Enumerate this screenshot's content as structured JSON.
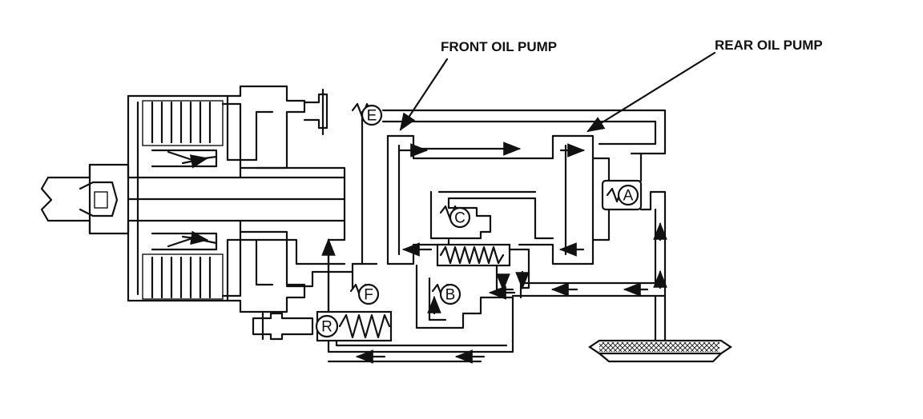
{
  "labels": {
    "front_oil_pump": "FRONT OIL PUMP",
    "rear_oil_pump": "REAR OIL PUMP"
  },
  "valves": {
    "A": "A",
    "B": "B",
    "C": "C",
    "E": "E",
    "F": "F",
    "R": "R"
  },
  "colors": {
    "ink": "#111111",
    "background": "#ffffff"
  }
}
